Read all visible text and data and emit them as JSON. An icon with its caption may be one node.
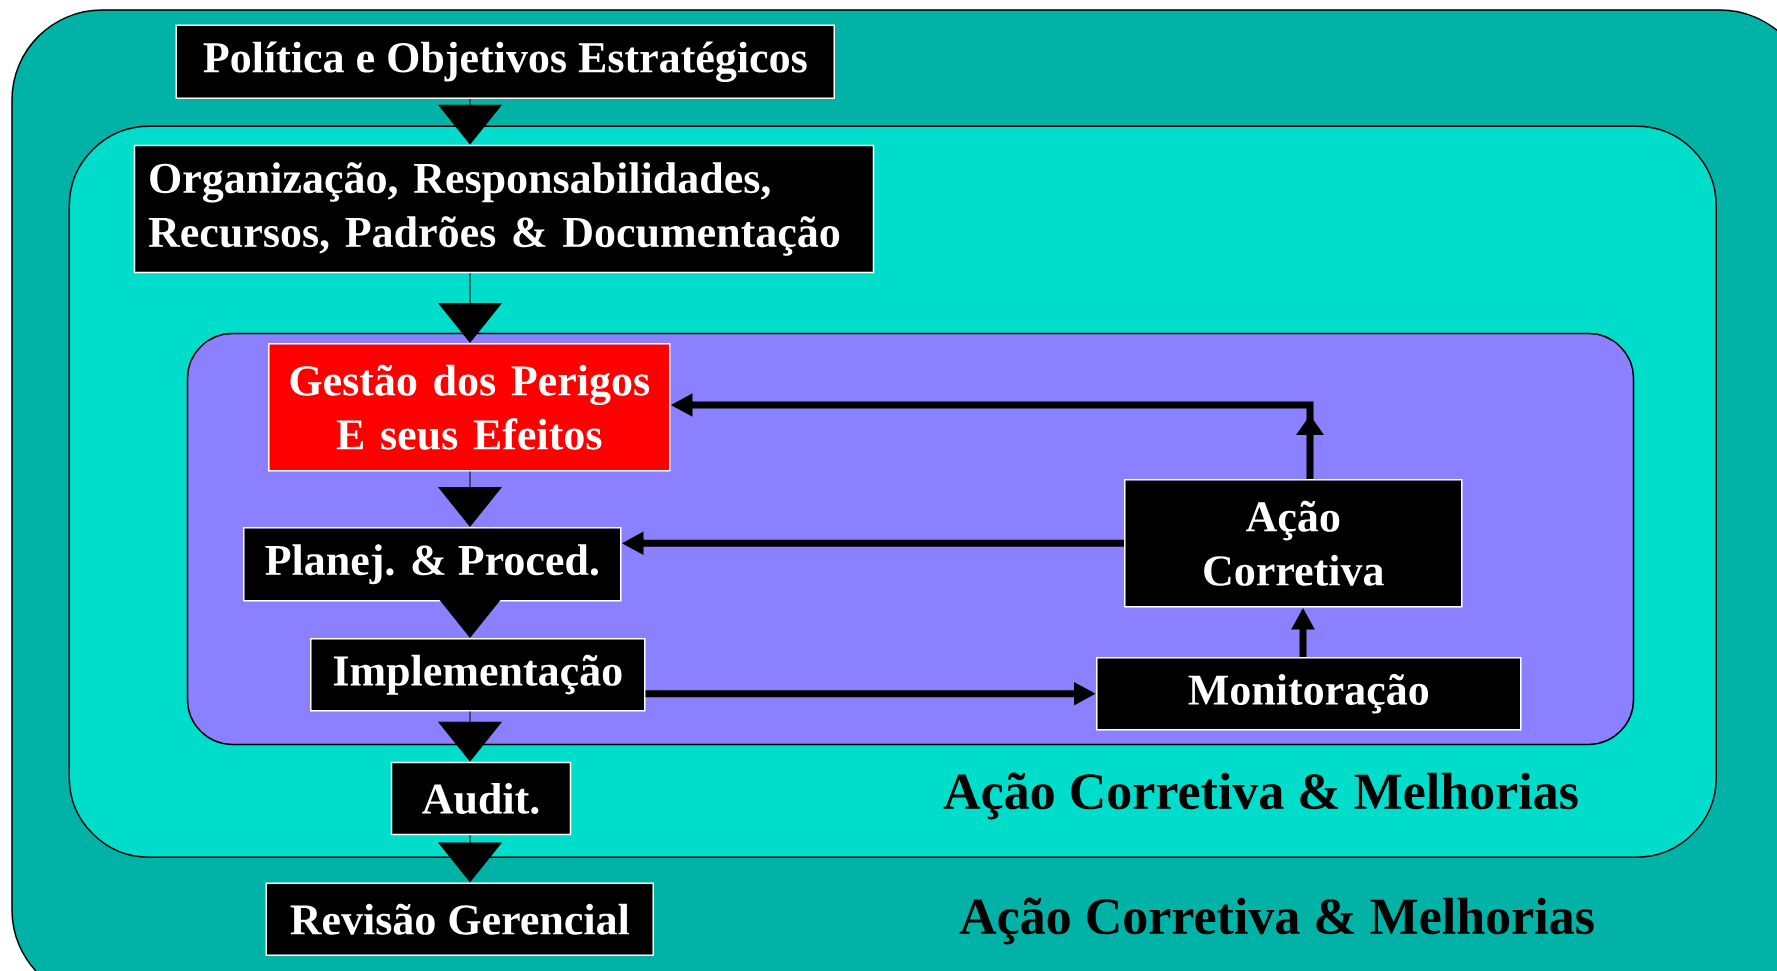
{
  "diagram": {
    "nodes": [
      {
        "text": [
          "Ação Corretiva & Melhorias"
        ]
      },
      {
        "text": [
          "Política e Objetivos Estratégicos"
        ],
        "in": 0
      },
      {
        "text": [
          "Ação Corretiva & Melhorias"
        ],
        "in": 0
      },
      {
        "text": [
          "Organização, Responsabilidades, Recursos, Padrões & Documentação"
        ],
        "in": 2
      },
      {
        "text": [],
        "shape": "box",
        "in": 2
      },
      {
        "text": [
          "Gestão dos Perigos E seus Efeitos"
        ],
        "in": 4
      },
      {
        "text": [
          "Planej. & Proced."
        ],
        "in": 4
      },
      {
        "text": [
          "Implementação"
        ],
        "in": 4
      },
      {
        "text": [
          "Ação Corretiva"
        ],
        "in": 4
      },
      {
        "text": [
          "Monitoração"
        ],
        "in": 4
      },
      {
        "text": [
          "Audit."
        ],
        "in": 2
      },
      {
        "text": [
          "Revisão Gerencial"
        ],
        "in": 0
      }
    ],
    "edges": [
      {
        "from": 1,
        "to": 3,
        "arrow": "to"
      },
      {
        "from": 3,
        "to": 5,
        "arrow": "to"
      },
      {
        "from": 5,
        "to": 6,
        "arrow": "to"
      },
      {
        "from": 6,
        "to": 7,
        "arrow": "to"
      },
      {
        "from": 7,
        "to": 10,
        "arrow": "to"
      },
      {
        "from": 10,
        "to": 11,
        "arrow": "to"
      },
      {
        "from": 7,
        "to": 9,
        "arrow": "to",
        "style": "thick"
      },
      {
        "from": 9,
        "to": 8,
        "arrow": "to",
        "style": "thick"
      },
      {
        "from": 8,
        "to": 5,
        "arrow": "to",
        "style": "thick"
      },
      {
        "from": 8,
        "to": 6,
        "arrow": "to",
        "style": "thick"
      }
    ]
  }
}
